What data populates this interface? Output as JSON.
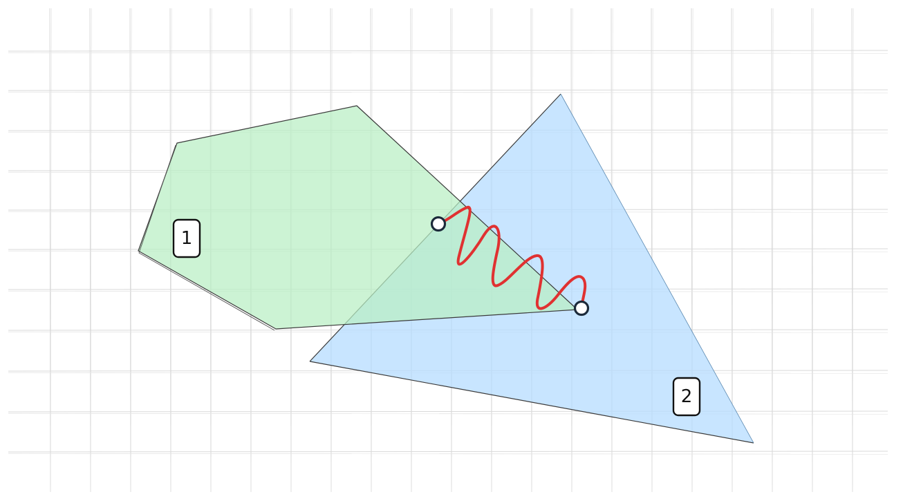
{
  "diagram": {
    "labels": {
      "shape1": "1",
      "shape2": "2"
    },
    "colors": {
      "background": "#ffffff",
      "grid": "#d9d9d9",
      "shape1_fill": "#b8efc4",
      "shape2_fill": "#b5dcff",
      "outline": "#3a3a3a",
      "spring": "#e03131",
      "endpoint_stroke": "#1c2a3a",
      "label_stroke": "#111111"
    },
    "elements": {
      "shape1": "green-hexagon",
      "shape2": "blue-triangle",
      "connector": "red-spring-between-two-endpoints"
    }
  }
}
